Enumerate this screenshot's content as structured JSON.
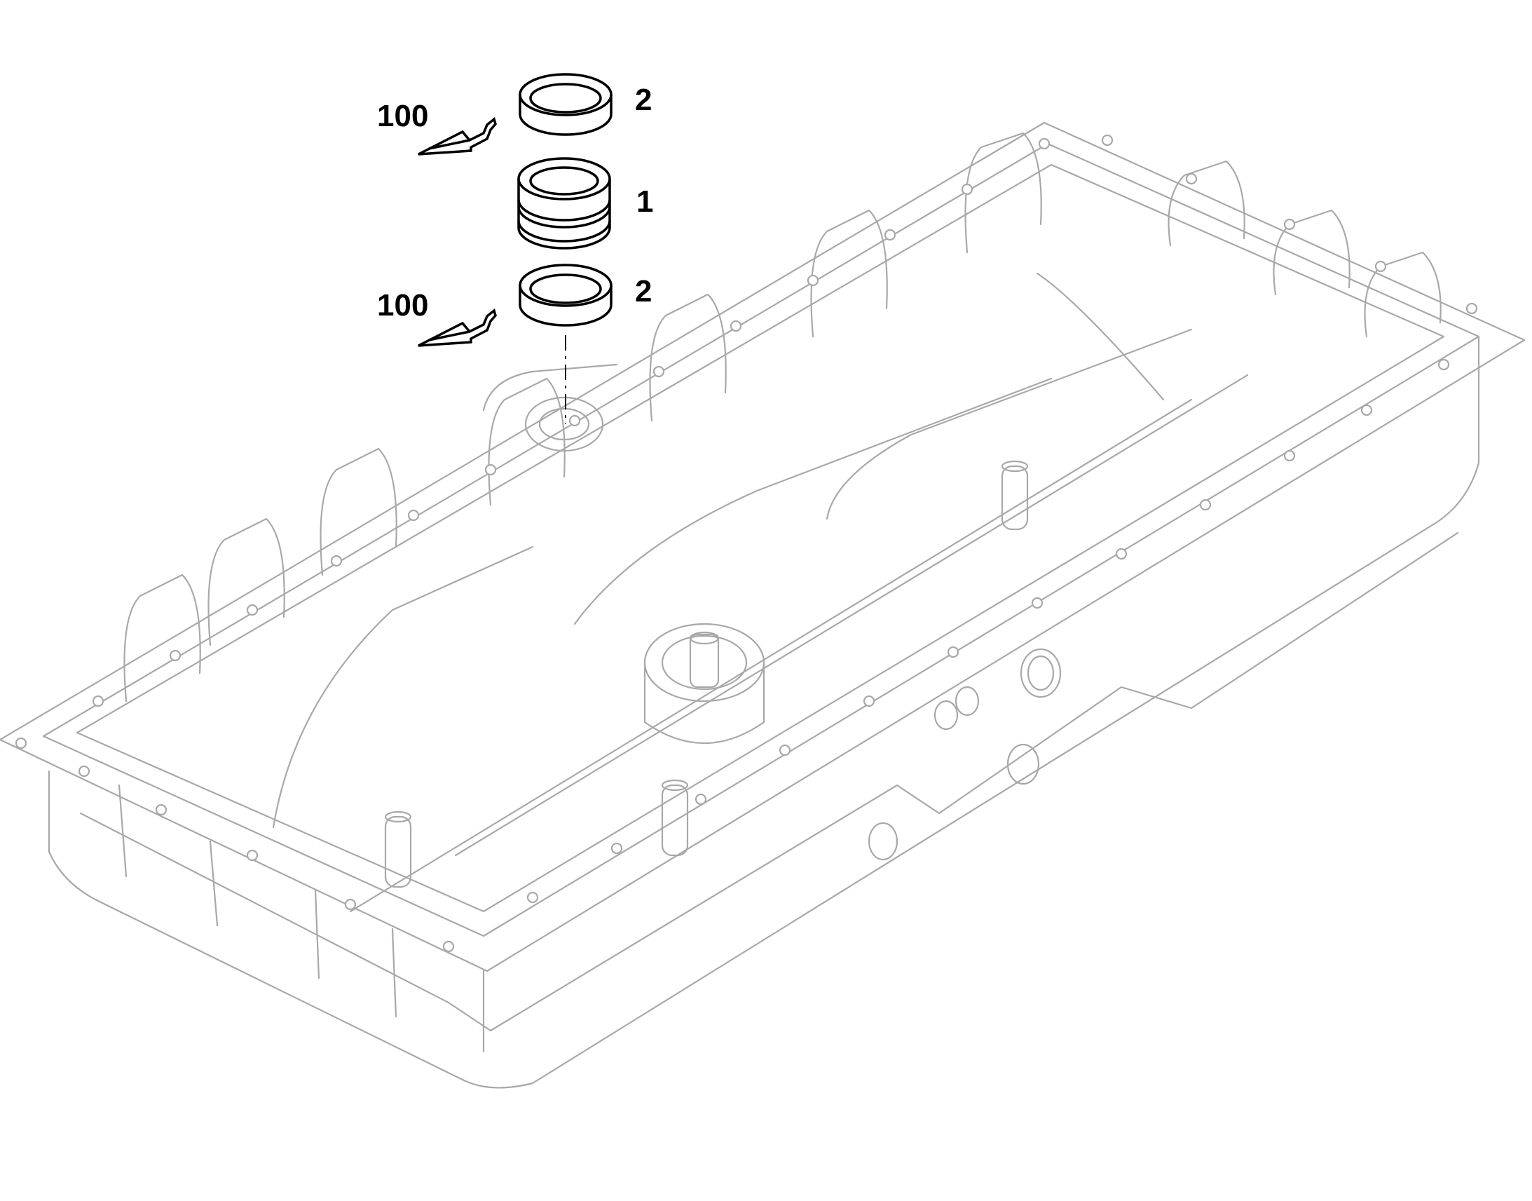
{
  "diagram": {
    "callouts": {
      "seal_ring_top": "2",
      "sleeve": "1",
      "seal_ring_bottom": "2",
      "sealant_top": "100",
      "sealant_bottom": "100"
    },
    "colors": {
      "part_outline": "#000000",
      "housing_outline": "#a8a8a8",
      "background": "#ffffff"
    },
    "icons": {
      "sealant": "sealant-tube-icon"
    }
  }
}
